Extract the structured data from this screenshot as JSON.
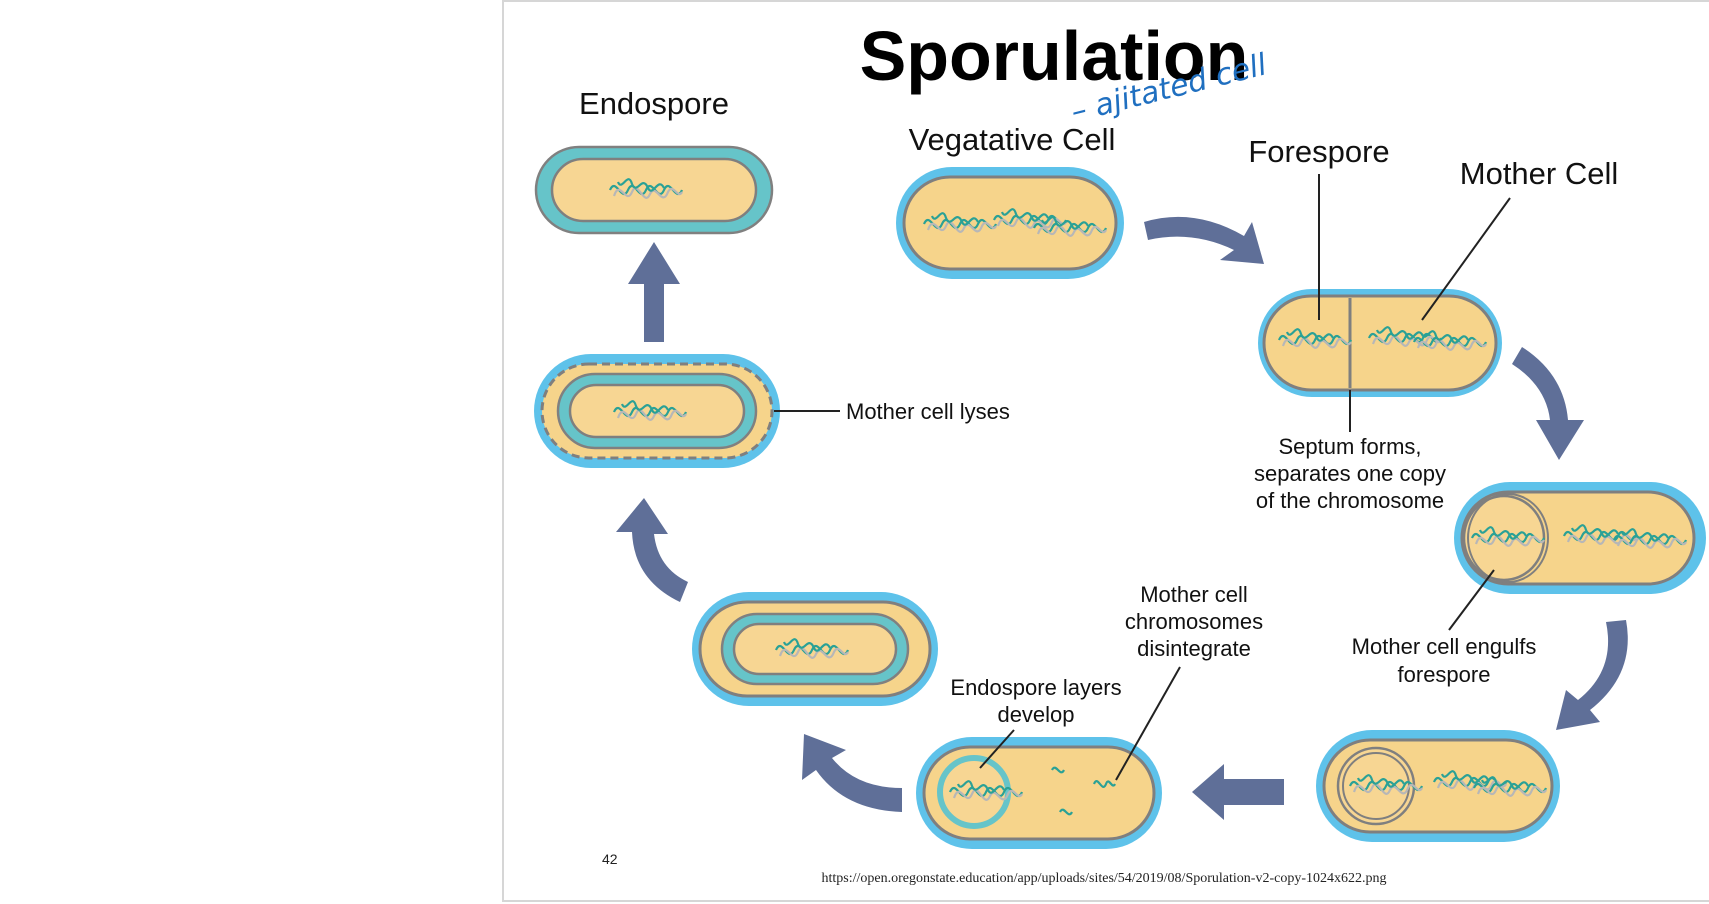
{
  "slide": {
    "title": "Sporulation",
    "handwritten_note": "– ajitated cell",
    "page_number": "42",
    "source_url": "https://open.oregonstate.education/app/uploads/sites/54/2019/08/Sporulation-v2-copy-1024x622.png"
  },
  "diagram": {
    "labels": {
      "vegetative_cell": "Vegatative Cell",
      "forespore": "Forespore",
      "mother_cell": "Mother Cell",
      "septum_1": "Septum forms,",
      "septum_2": "separates one copy",
      "septum_3": "of the chromosome",
      "engulf_1": "Mother cell engulfs",
      "engulf_2": "forespore",
      "disintegrate_1": "Mother cell",
      "disintegrate_2": "chromosomes",
      "disintegrate_3": "disintegrate",
      "layers_1": "Endospore layers",
      "layers_2": "develop",
      "lyses": "Mother cell lyses",
      "endospore": "Endospore"
    },
    "colors": {
      "halo": "#5ec2ea",
      "cytoplasm": "#f6d48b",
      "spore_coat": "#66c4c9",
      "dna": "#2aa196",
      "arrow": "#5f6f98",
      "handwriting": "#1f6fc0"
    }
  }
}
